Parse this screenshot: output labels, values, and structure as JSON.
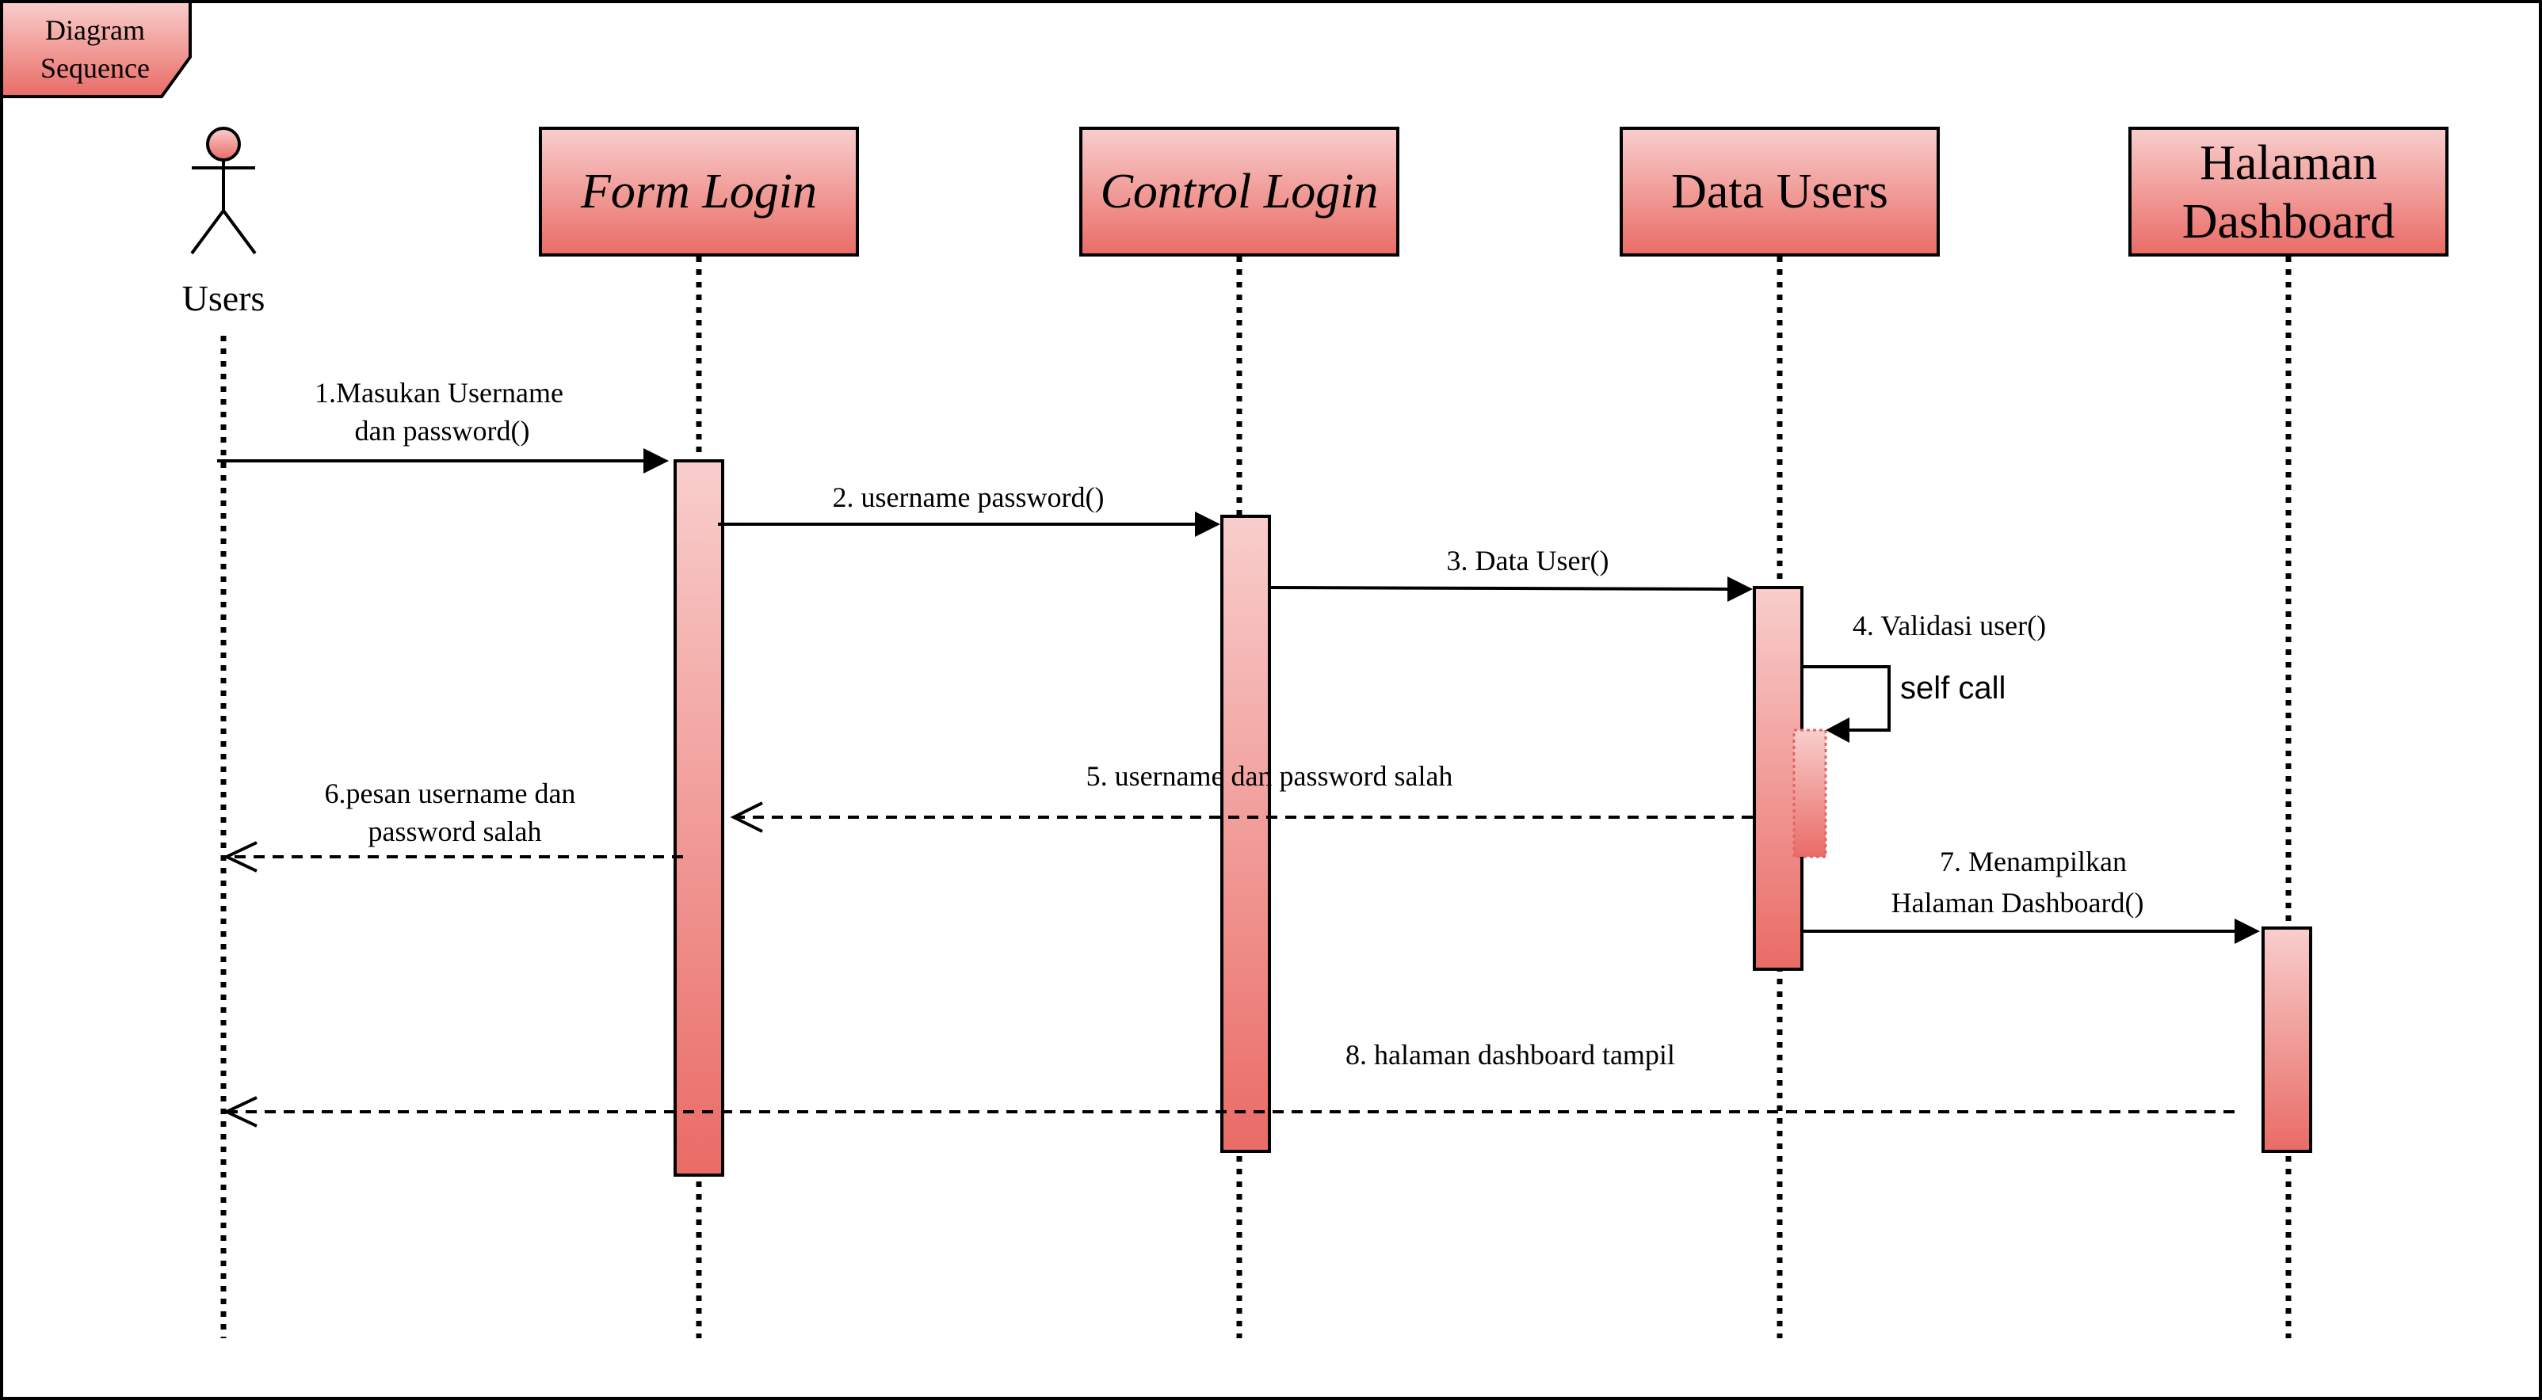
{
  "frame": {
    "label_line1": "Diagram",
    "label_line2": "Sequence"
  },
  "actor": {
    "label": "Users"
  },
  "lifelines": {
    "form_login": {
      "label": "Form Login"
    },
    "control_login": {
      "label": "Control Login"
    },
    "data_users": {
      "label": "Data Users"
    },
    "dashboard": {
      "label_line1": "Halaman",
      "label_line2": "Dashboard"
    }
  },
  "messages": {
    "m1": {
      "line1": "1.Masukan Username",
      "line2": "dan password()"
    },
    "m2": {
      "text": "2. username password()"
    },
    "m3": {
      "text": "3. Data User()"
    },
    "m4": {
      "text": "4. Validasi user()",
      "self_call": "self call"
    },
    "m5": {
      "text": "5. username dan password salah"
    },
    "m6": {
      "line1": "6.pesan username dan",
      "line2": "password salah"
    },
    "m7": {
      "line1": "7. Menampilkan",
      "line2": "Halaman Dashboard()"
    },
    "m8": {
      "text": "8. halaman dashboard tampil"
    }
  },
  "colors": {
    "box_light": "#f8cecc",
    "box_dark": "#ea6b66",
    "stroke": "#000000",
    "background": "#ffffff"
  }
}
